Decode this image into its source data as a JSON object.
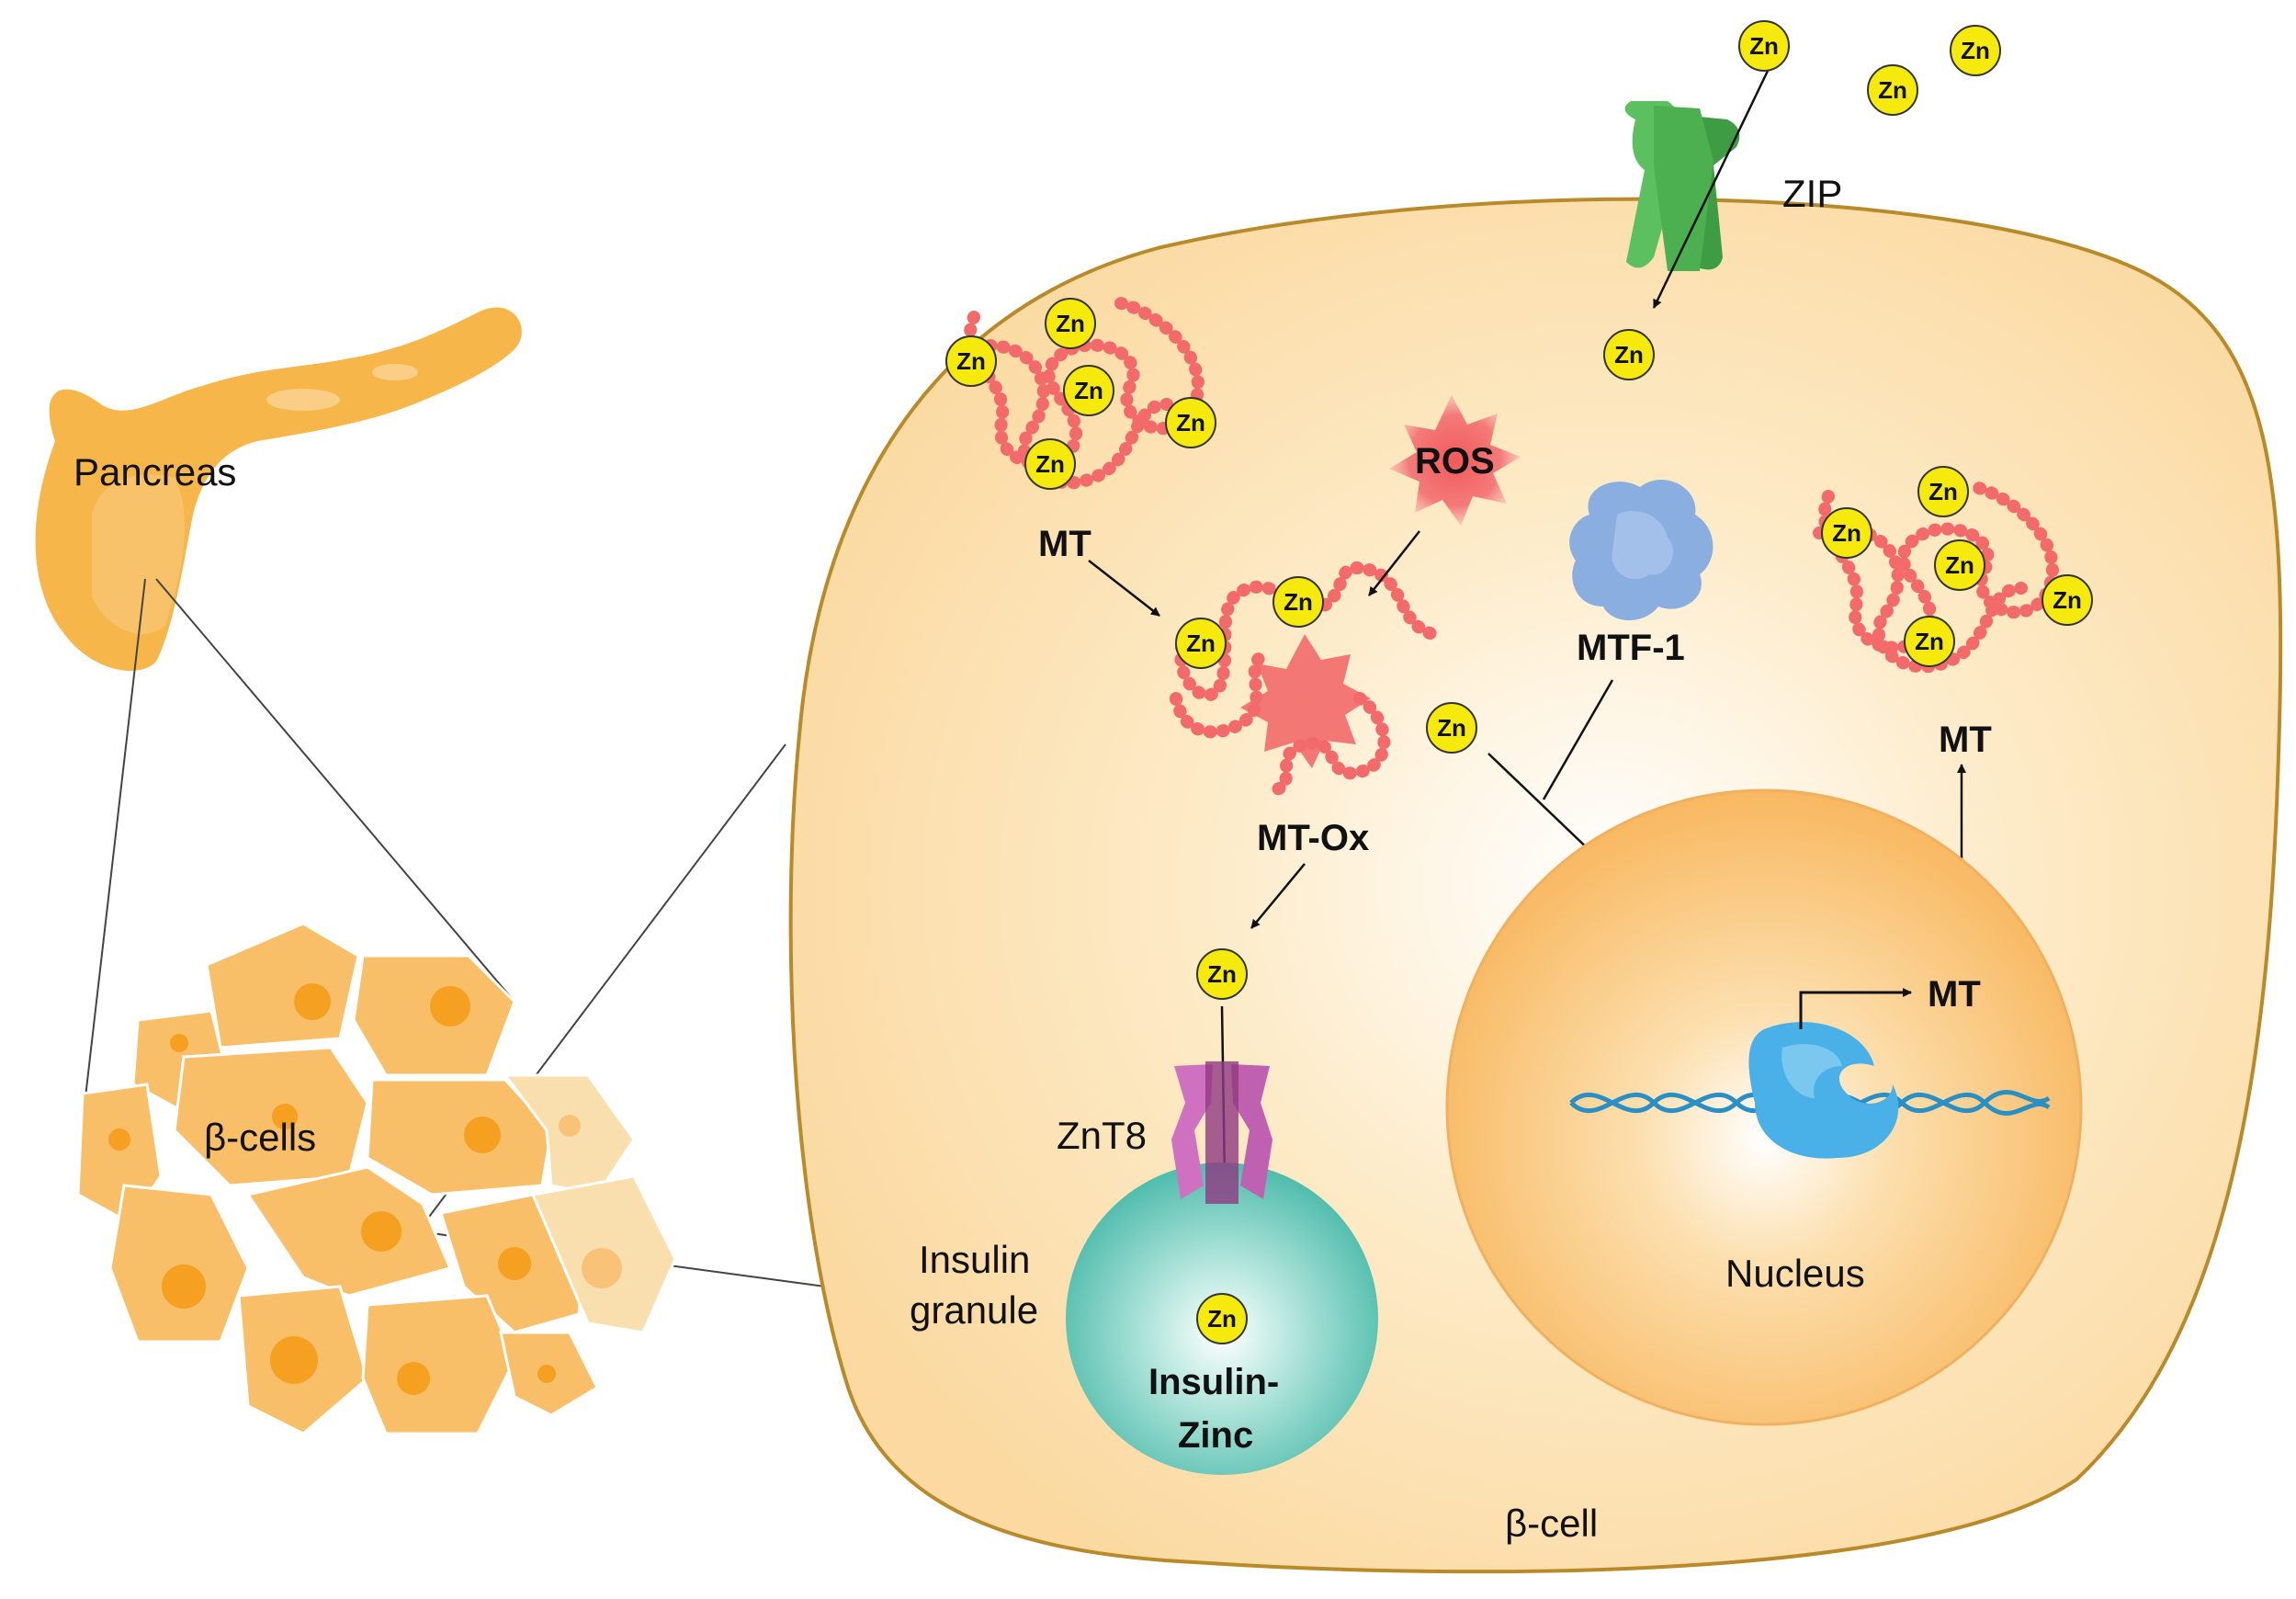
{
  "labels": {
    "pancreas": "Pancreas",
    "beta_cells": "β-cells",
    "beta_cell": "β-cell",
    "zip": "ZIP",
    "mt_top": "MT",
    "ros": "ROS",
    "mtf1": "MTF-1",
    "mt_right": "MT",
    "mt_ox": "MT-Ox",
    "znt8": "ZnT8",
    "insulin_granule_1": "Insulin",
    "insulin_granule_2": "granule",
    "insulin_zinc_1": "Insulin-",
    "insulin_zinc_2": "Zinc",
    "nucleus": "Nucleus",
    "mt_gene": "MT"
  },
  "zinc_label": "Zn",
  "colors": {
    "cell_fill": "#fbd9a0",
    "cell_stroke": "#b98a2a",
    "pancreas": "#f6b64a",
    "zinc": "#f5ea0c",
    "mt_beads": "#f26a6a",
    "ros": "#f47a7a",
    "zip": "#4caf50",
    "znt8": "#d070c0",
    "granule": "#5cc8b8",
    "nucleus": "#f9c070",
    "mtf1": "#8aaee0",
    "dna": "#2a8fc4",
    "polymerase": "#4ab0e8"
  },
  "icons": [
    "pancreas-icon",
    "beta-cell-cluster-icon",
    "zip-transporter-icon",
    "znt8-transporter-icon",
    "metallothionein-icon",
    "ros-burst-icon",
    "mtf1-protein-icon",
    "dna-helix-icon",
    "rna-polymerase-icon",
    "zinc-ion-icon"
  ]
}
